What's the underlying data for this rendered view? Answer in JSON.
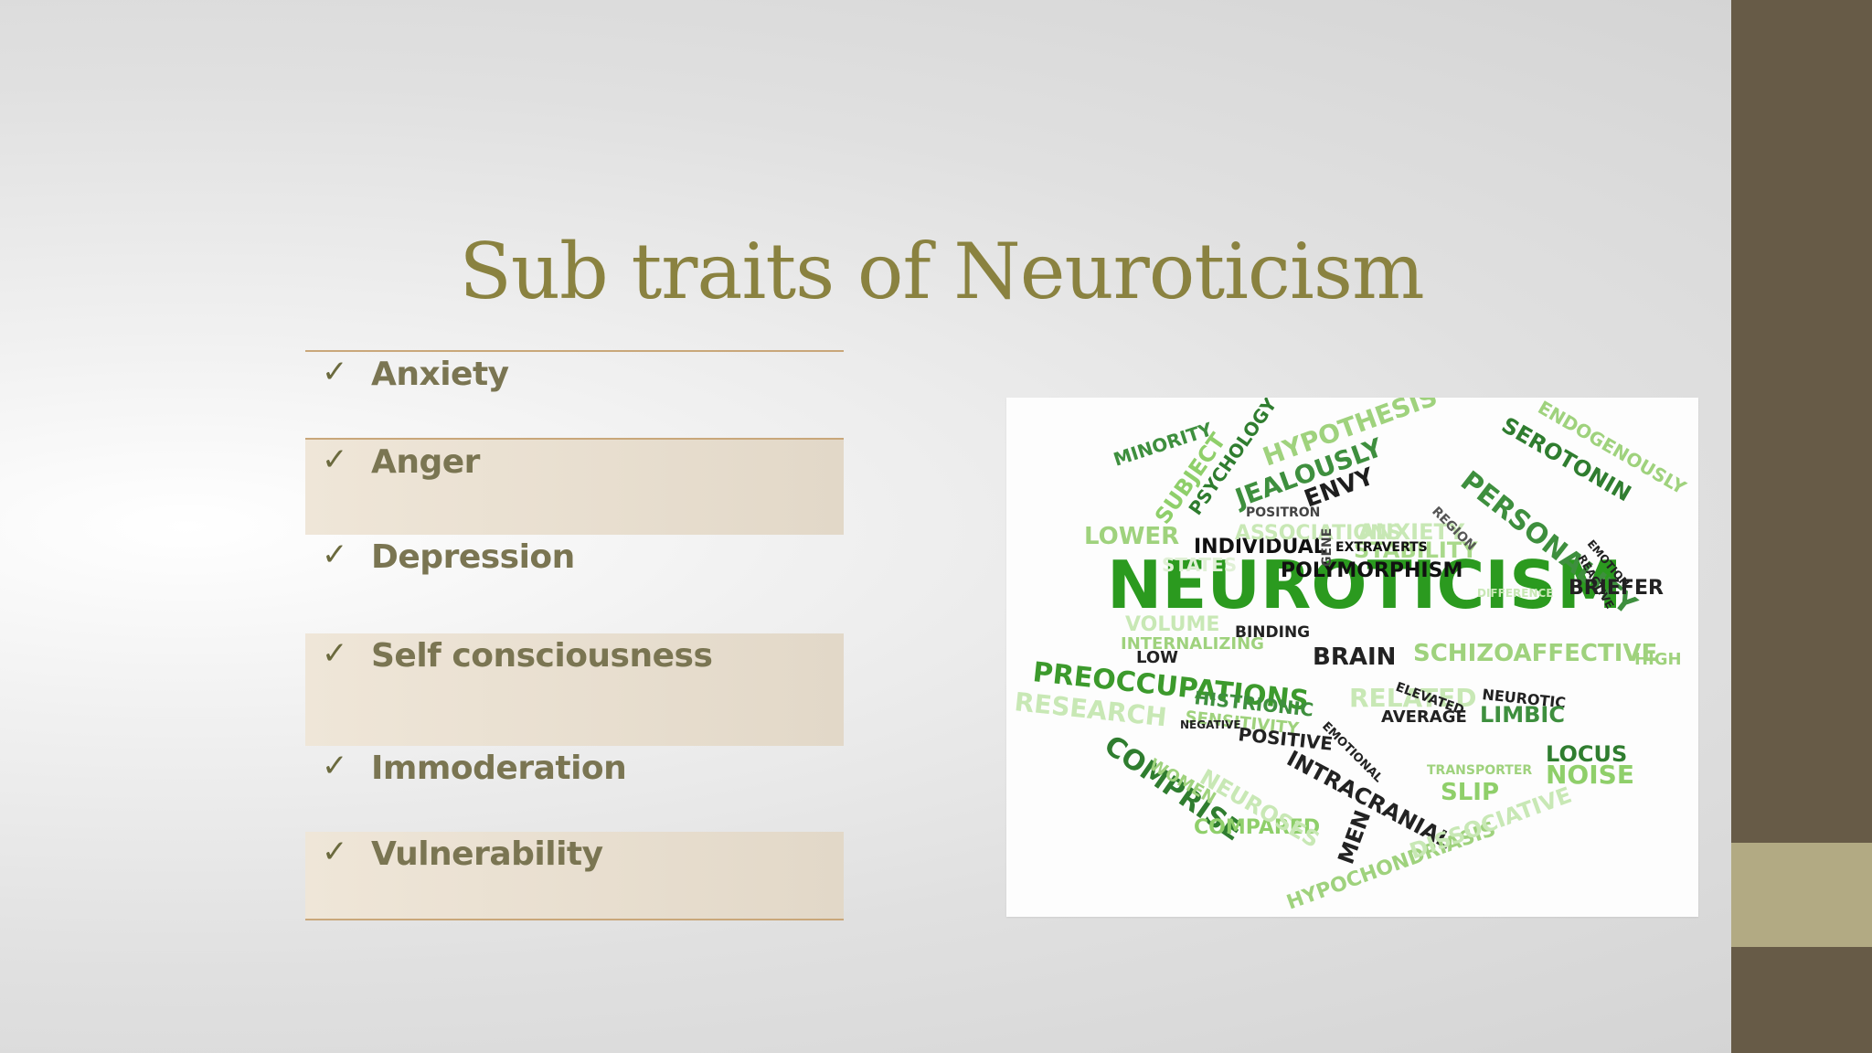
{
  "slide": {
    "title": "Sub traits of Neuroticism",
    "colors": {
      "title": "#8a8240",
      "sidebar": "#675b47",
      "sidebar_accent": "#b2aa83",
      "divider": "#c9a77a",
      "row_shade": "#e8dfd0"
    },
    "check_icon": "checkmark-icon",
    "items": [
      {
        "label": "Anxiety",
        "shaded": false
      },
      {
        "label": "Anger",
        "shaded": true
      },
      {
        "label": "Depression",
        "shaded": false
      },
      {
        "label": "Self consciousness",
        "shaded": true
      },
      {
        "label": "Immoderation",
        "shaded": false
      },
      {
        "label": "Vulnerability",
        "shaded": true
      }
    ],
    "check_glyph": "✓"
  },
  "word_cloud": {
    "words": [
      "NEUROTICISM",
      "PREOCCUPATIONS",
      "PERSONALITY",
      "SEROTONIN",
      "ENDOGENOUSLY",
      "MINORITY",
      "SUBJECT",
      "PSYCHOLOGY",
      "HYPOTHESIS",
      "JEALOUSLY",
      "ENVY",
      "LOWER",
      "INDIVIDUAL",
      "POLYMORPHISM",
      "STABILITY",
      "BRIEFER",
      "BINDING",
      "BRAIN",
      "SCHIZOAFFECTIVE",
      "HIGH",
      "LOW",
      "RESEARCH",
      "HISTRIONIC",
      "SENSITIVITY",
      "POSITIVE",
      "AVERAGE",
      "NEUROTIC",
      "LIMBIC",
      "RELATED",
      "COMPRISE",
      "INTRACRANIAL",
      "LOCUS",
      "NOISE",
      "COMPARED",
      "MEN",
      "HYPOCHONDRIASIS",
      "DISSOCIATIVE",
      "POSITRON",
      "EXTRAVERTS",
      "ELEVATED",
      "EMOTIONAL",
      "NEGATIVE",
      "WOMEN",
      "NEUROSES",
      "SLIP",
      "ANXIETY",
      "VOLUME",
      "INTERNALIZING",
      "TRANSPORTER",
      "REGION",
      "EMOTION",
      "REACTIVE",
      "DIFFERENCE",
      "STATES",
      "ASSOCIATIONS",
      "GENE"
    ]
  }
}
